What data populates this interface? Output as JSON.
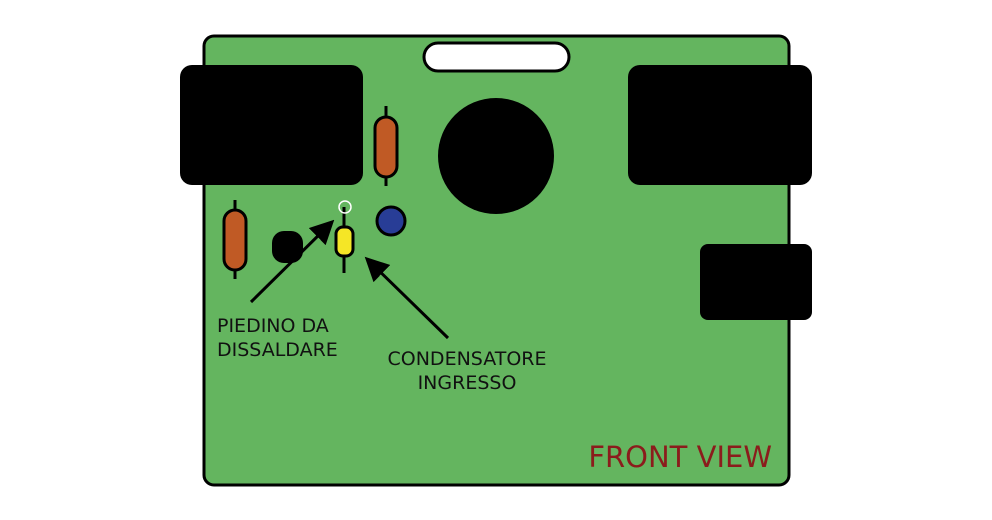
{
  "labels": {
    "pin_line1": "PIEDINO DA",
    "pin_line2": "DISSALDARE",
    "cap_line1": "CONDENSATORE",
    "cap_line2": "INGRESSO",
    "view": "FRONT VIEW"
  },
  "colors": {
    "board": "#64b55f",
    "resistor": "#c05a25",
    "capacitor": "#f5e626",
    "blue_component": "#283d96",
    "view_label": "#8b1c1c"
  }
}
